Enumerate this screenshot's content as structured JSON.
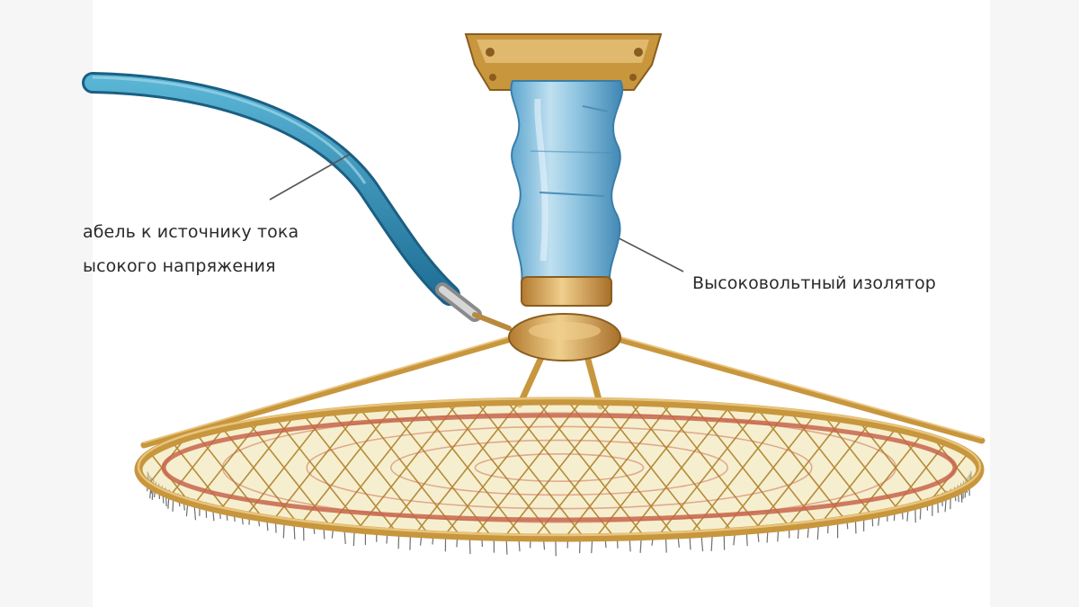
{
  "labels": {
    "cable_line1": "абель к источнику тока",
    "cable_line2": "ысокого напряжения",
    "insulator": "Высоковольтный изолятор"
  },
  "colors": {
    "cable": "#2f8fb3",
    "insulator_glass": "#8ec4e0",
    "brass": "#d9a95a",
    "mesh": "#c7a14c",
    "ring_red": "#c7654a",
    "spikes": "#6f6f6f"
  },
  "icons": [
    "ceiling-mount-plate-icon",
    "insulator-icon",
    "cable-icon",
    "hub-icon",
    "mesh-ring-icon"
  ]
}
